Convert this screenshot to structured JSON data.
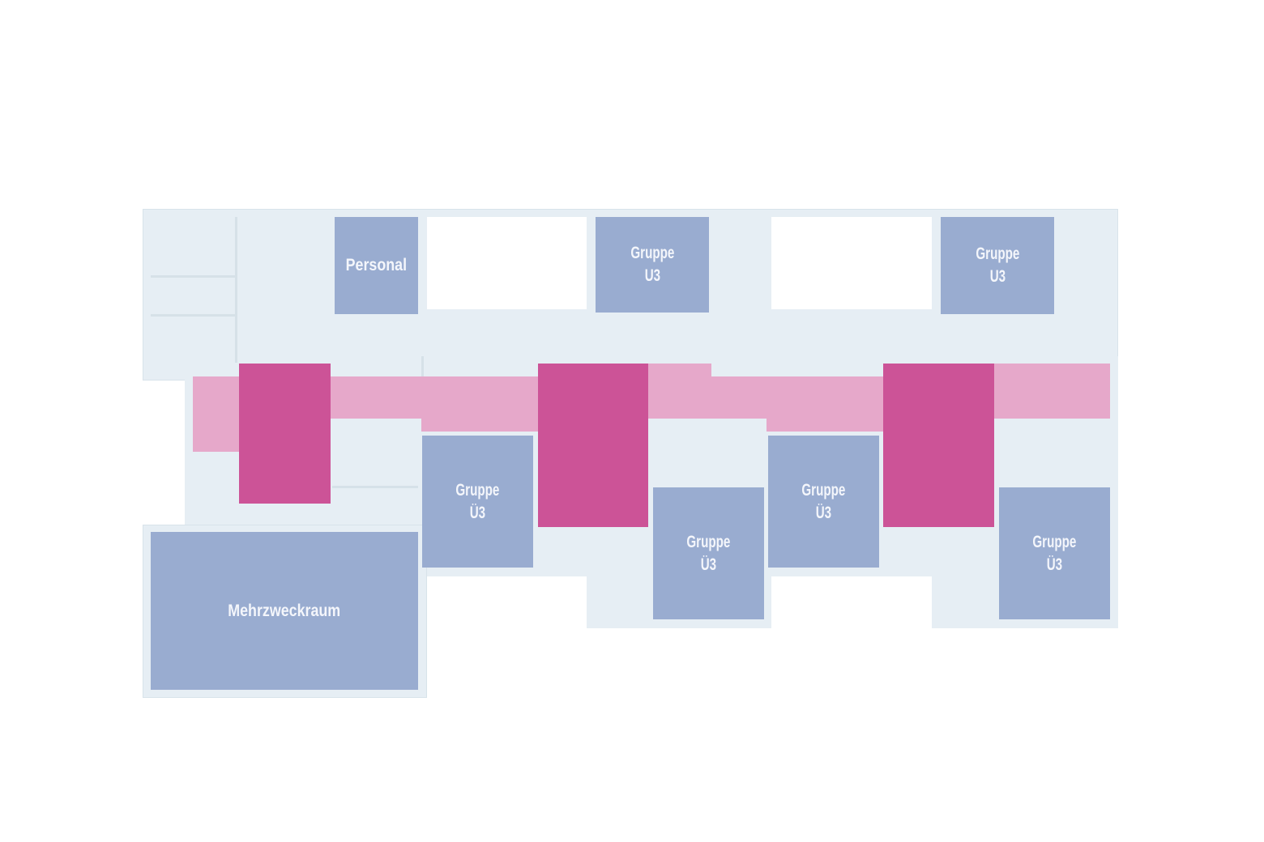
{
  "colors": {
    "group_room": "#99acd0",
    "core": "#cc5397",
    "corridor": "#e6a8ca",
    "building": "#e6eef4"
  },
  "rooms": {
    "personal": "Personal",
    "u3_1": [
      "Gruppe",
      "U3"
    ],
    "u3_2": [
      "Gruppe",
      "U3"
    ],
    "ue3_1": [
      "Gruppe",
      "Ü3"
    ],
    "ue3_2": [
      "Gruppe",
      "Ü3"
    ],
    "ue3_3": [
      "Gruppe",
      "Ü3"
    ],
    "ue3_4": [
      "Gruppe",
      "Ü3"
    ],
    "mehrzweck": "Mehrzweckraum"
  }
}
